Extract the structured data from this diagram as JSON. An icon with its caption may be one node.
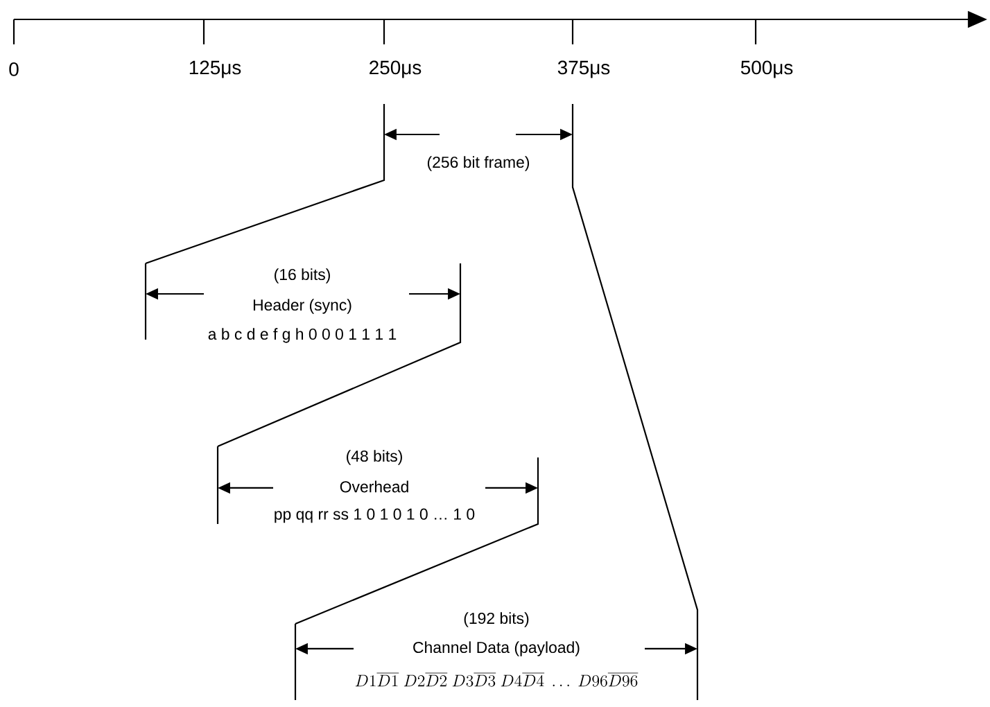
{
  "diagram": {
    "labels": [
      "0",
      "125μs",
      "250μs",
      "375μs",
      "500μs",
      "(256 bit frame)",
      "(16 bits)",
      "Header (sync)",
      "a b c d e f g h 0 0 0 1 1 1 1",
      "(48 bits)",
      "Overhead",
      "pp qq rr ss 1 0 1 0 1 0 … 1 0",
      "(192 bits)",
      "Channel Data (payload)",
      "D1\\overline{D1}\\ D2\\overline{D2}\\ D3\\overline{D3}\\ D4\\overline{D4}\\ \\ldots\\ D96\\overline{D96}"
    ]
  }
}
